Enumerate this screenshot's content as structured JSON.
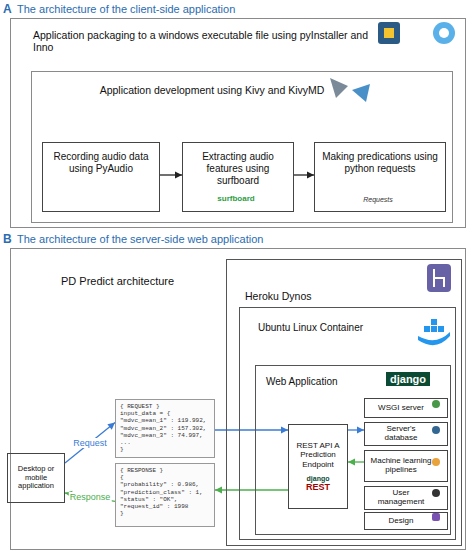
{
  "diagram": {
    "nodes": [
      {
        "text": [
          "A",
          "The architecture of the client-side application",
          "Application packaging to a windows executable file using pyInstaller and Inno"
        ]
      },
      {
        "text": [
          "Application development using Kivy and KivyMD"
        ],
        "in": 0
      },
      {
        "text": [
          "Recording audio data using PyAudio"
        ],
        "in": 1
      },
      {
        "text": [
          "Extracting audio features using surfboard"
        ],
        "in": 1
      },
      {
        "text": [
          "Making predications using python requests"
        ],
        "in": 1
      },
      {
        "text": [
          "B",
          "The architecture of the server-side web application",
          "PD Predict architecture"
        ]
      },
      {
        "text": [
          "Desktop or mobile application"
        ],
        "in": 5
      },
      {
        "text": [
          "{ REQUEST }",
          "input_data = {",
          "\"mdvc_mean_1\" : 119.992,",
          "\"mdvc_mean_2\" : 157.302,",
          "\"mdvc_mean_3\" : 74.997,",
          "...",
          "}"
        ],
        "in": 5
      },
      {
        "text": [
          "{ RESPONSE }",
          "{",
          "\"probability\" : 0.986,",
          "\"prediction_class\" : 1,",
          "\"status\" : \"OK\",",
          "\"request_id\" : 1998",
          "}"
        ],
        "in": 5
      },
      {
        "text": [
          "Heroku Dynos"
        ],
        "in": 5
      },
      {
        "text": [
          "Ubuntu Linux Container"
        ],
        "in": 9
      },
      {
        "text": [
          "Web Application",
          "django"
        ],
        "in": 10
      },
      {
        "text": [
          "REST API A Prediction Endpoint",
          "django",
          "REST"
        ],
        "in": 11
      },
      {
        "text": [
          "WSGI server"
        ],
        "in": 11
      },
      {
        "text": [
          "Server's database"
        ],
        "in": 11
      },
      {
        "text": [
          "Machine learning pipelines"
        ],
        "in": 11
      },
      {
        "text": [
          "User management"
        ],
        "in": 11
      },
      {
        "text": [
          "Design"
        ],
        "in": 11
      }
    ],
    "edges": [
      {
        "from": 2,
        "to": 3,
        "arrow": "to"
      },
      {
        "from": 3,
        "to": 4,
        "arrow": "to"
      },
      {
        "from": 6,
        "to": 7,
        "label": "Request",
        "arrow": "to"
      },
      {
        "from": 7,
        "to": 12,
        "arrow": "to"
      },
      {
        "from": 12,
        "to": 8,
        "arrow": "to"
      },
      {
        "from": 8,
        "to": 6,
        "label": "Response",
        "arrow": "to"
      },
      {
        "from": 12,
        "to": 14,
        "arrow": "to"
      },
      {
        "from": 15,
        "to": 12,
        "arrow": "to"
      }
    ],
    "labels": [
      "surfboard",
      "Requests"
    ]
  }
}
